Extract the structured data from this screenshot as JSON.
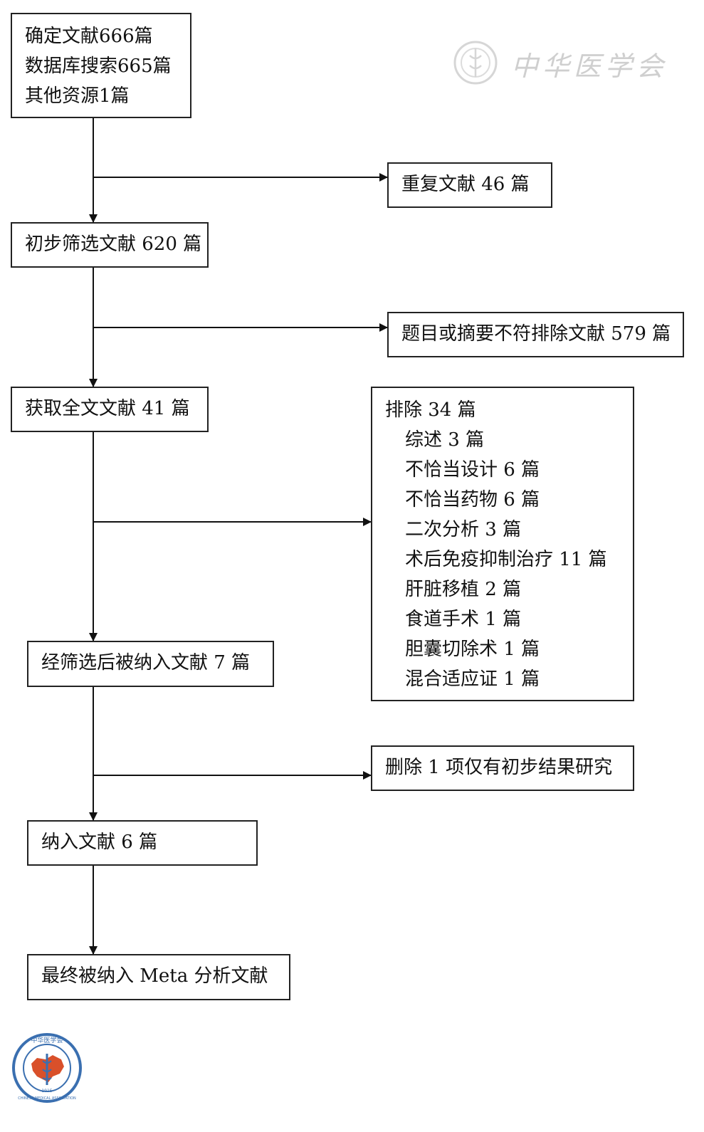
{
  "boxes": {
    "identified": [
      "确定文献666篇",
      "数据库搜索665篇",
      "其他资源1篇"
    ],
    "duplicates": "重复文献 46 篇",
    "screened": "初步筛选文献 620 篇",
    "excluded_title": "题目或摘要不符排除文献 579 篇",
    "fulltext": "获取全文文献 41 篇",
    "excluded_fulltext": {
      "title": "排除 34 篇",
      "reasons": [
        "综述 3 篇",
        "不恰当设计 6 篇",
        "不恰当药物 6 篇",
        "二次分析 3 篇",
        "术后免疫抑制治疗 11 篇",
        "肝脏移植 2 篇",
        "食道手术 1 篇",
        "胆囊切除术 1 篇",
        "混合适应证 1 篇"
      ]
    },
    "included_after": "经筛选后被纳入文献 7 篇",
    "removed_prelim": "删除 1 项仅有初步结果研究",
    "included": "纳入文献 6 篇",
    "final": "最终被纳入 Meta 分析文献"
  },
  "watermark": {
    "text": "中华医学会"
  },
  "logo": {
    "text": "中华医学会",
    "english": "CHINESE MEDICAL ASSOCIATION",
    "year": "1915"
  }
}
